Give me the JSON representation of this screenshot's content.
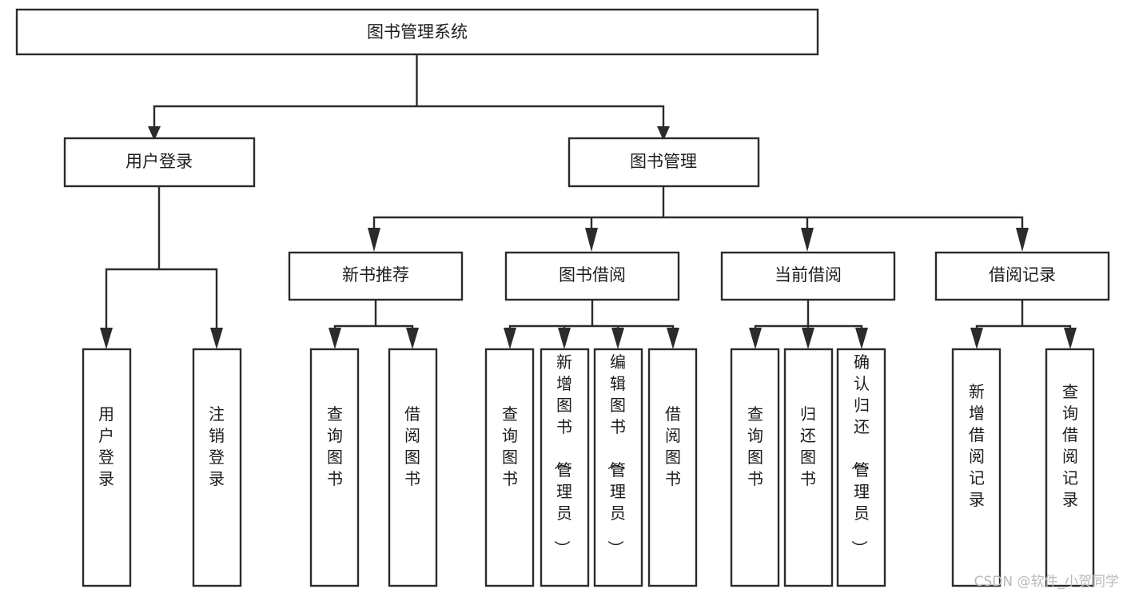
{
  "diagram": {
    "type": "tree-hierarchy",
    "title": "图书管理系统",
    "orientation": "top-down",
    "colors": {
      "box_stroke": "#2b2b2b",
      "box_fill": "#ffffff",
      "connector": "#2b2b2b",
      "text": "#1c1c1c",
      "watermark": "#b9b9b9",
      "background": "#ffffff"
    },
    "root": {
      "id": "root",
      "label": "图书管理系统",
      "text_orientation": "horizontal"
    },
    "level2": [
      {
        "id": "user-login",
        "label": "用户登录",
        "text_orientation": "horizontal"
      },
      {
        "id": "book-manage",
        "label": "图书管理",
        "text_orientation": "horizontal"
      }
    ],
    "level3": [
      {
        "id": "new-book-recommend",
        "label": "新书推荐",
        "parent": "book-manage",
        "text_orientation": "horizontal"
      },
      {
        "id": "book-borrow",
        "label": "图书借阅",
        "parent": "book-manage",
        "text_orientation": "horizontal"
      },
      {
        "id": "current-borrow",
        "label": "当前借阅",
        "parent": "book-manage",
        "text_orientation": "horizontal"
      },
      {
        "id": "borrow-record",
        "label": "借阅记录",
        "parent": "book-manage",
        "text_orientation": "horizontal"
      }
    ],
    "leaves": [
      {
        "id": "leaf-user-login",
        "label": "用户登录",
        "parent": "user-login",
        "text_orientation": "vertical"
      },
      {
        "id": "leaf-logout",
        "label": "注销登录",
        "parent": "user-login",
        "text_orientation": "vertical"
      },
      {
        "id": "leaf-query-book-1",
        "label": "查询图书",
        "parent": "new-book-recommend",
        "text_orientation": "vertical"
      },
      {
        "id": "leaf-borrow-book-1",
        "label": "借阅图书",
        "parent": "new-book-recommend",
        "text_orientation": "vertical"
      },
      {
        "id": "leaf-query-book-2",
        "label": "查询图书",
        "parent": "book-borrow",
        "text_orientation": "vertical"
      },
      {
        "id": "leaf-add-book",
        "label": "新增图书（管理员）",
        "parent": "book-borrow",
        "text_orientation": "vertical"
      },
      {
        "id": "leaf-edit-book",
        "label": "编辑图书（管理员）",
        "parent": "book-borrow",
        "text_orientation": "vertical"
      },
      {
        "id": "leaf-borrow-book-2",
        "label": "借阅图书",
        "parent": "book-borrow",
        "text_orientation": "vertical"
      },
      {
        "id": "leaf-query-book-3",
        "label": "查询图书",
        "parent": "current-borrow",
        "text_orientation": "vertical"
      },
      {
        "id": "leaf-return-book",
        "label": "归还图书",
        "parent": "current-borrow",
        "text_orientation": "vertical"
      },
      {
        "id": "leaf-confirm-return",
        "label": "确认归还（管理员）",
        "parent": "current-borrow",
        "text_orientation": "vertical"
      },
      {
        "id": "leaf-add-record",
        "label": "新增借阅记录",
        "parent": "borrow-record",
        "text_orientation": "vertical"
      },
      {
        "id": "leaf-query-record",
        "label": "查询借阅记录",
        "parent": "borrow-record",
        "text_orientation": "vertical"
      }
    ]
  },
  "watermark": {
    "label": "CSDN @软件_小贺同学"
  }
}
